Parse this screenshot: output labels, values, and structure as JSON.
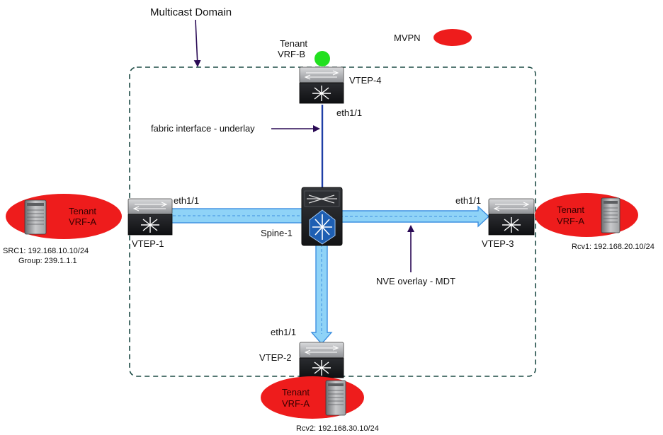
{
  "title": "Multicast Domain",
  "legend": {
    "label": "MVPN",
    "color": "#ee1c1c"
  },
  "colors": {
    "tenant_red": "#ee1c1c",
    "vrf_b_green": "#22e01f",
    "domain_border": "#1d4b45",
    "underlay_line": "#1f3fa6",
    "overlay_fill": "#8fd3f7",
    "overlay_edge": "#3c8fe0",
    "annotation_arrow": "#2a0a55",
    "switch_dark": "#1f2125"
  },
  "tenants": {
    "vrf_b": {
      "line1": "Tenant",
      "line2": "VRF-B"
    },
    "src": {
      "line1": "Tenant",
      "line2": "VRF-A",
      "info1": "SRC1: 192.168.10.10/24",
      "info2": "Group: 239.1.1.1"
    },
    "rcv1": {
      "line1": "Tenant",
      "line2": "VRF-A",
      "info": "Rcv1: 192.168.20.10/24"
    },
    "rcv2": {
      "line1": "Tenant",
      "line2": "VRF-A",
      "info": "Rcv2: 192.168.30.10/24"
    }
  },
  "nodes": {
    "vtep1": "VTEP-1",
    "vtep2": "VTEP-2",
    "vtep3": "VTEP-3",
    "vtep4": "VTEP-4",
    "spine": "Spine-1"
  },
  "interfaces": {
    "vtep1": "eth1/1",
    "vtep2": "eth1/1",
    "vtep3": "eth1/1",
    "vtep4": "eth1/1"
  },
  "annotations": {
    "underlay": "fabric interface - underlay",
    "overlay": "NVE overlay - MDT"
  },
  "icons": {
    "switch": "network-switch-icon",
    "spine": "spine-switch-icon",
    "server": "server-icon"
  }
}
